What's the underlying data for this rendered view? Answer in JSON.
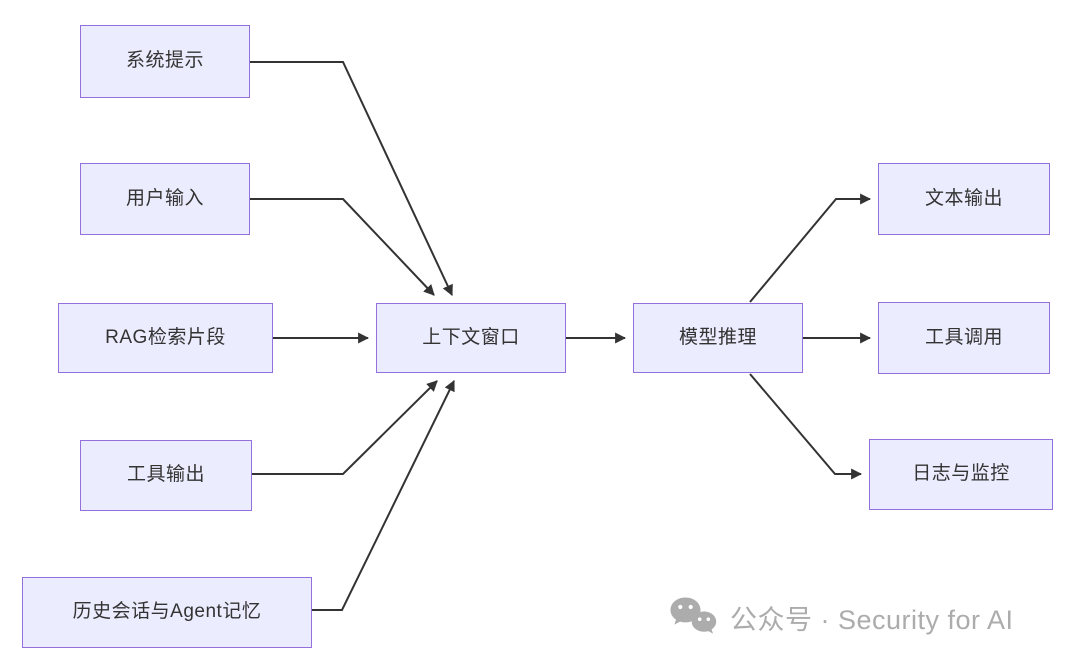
{
  "diagram": {
    "nodes": {
      "system_prompt": {
        "label": "系统提示"
      },
      "user_input": {
        "label": "用户输入"
      },
      "rag_snippets": {
        "label": "RAG检索片段"
      },
      "tool_output": {
        "label": "工具输出"
      },
      "history_memory": {
        "label": "历史会话与Agent记忆"
      },
      "context_window": {
        "label": "上下文窗口"
      },
      "model_inference": {
        "label": "模型推理"
      },
      "text_output": {
        "label": "文本输出"
      },
      "tool_call": {
        "label": "工具调用"
      },
      "logging_monitoring": {
        "label": "日志与监控"
      }
    },
    "edges": [
      {
        "from": "system_prompt",
        "to": "context_window"
      },
      {
        "from": "user_input",
        "to": "context_window"
      },
      {
        "from": "rag_snippets",
        "to": "context_window"
      },
      {
        "from": "tool_output",
        "to": "context_window"
      },
      {
        "from": "history_memory",
        "to": "context_window"
      },
      {
        "from": "context_window",
        "to": "model_inference"
      },
      {
        "from": "model_inference",
        "to": "text_output"
      },
      {
        "from": "model_inference",
        "to": "tool_call"
      },
      {
        "from": "model_inference",
        "to": "logging_monitoring"
      }
    ],
    "colors": {
      "node_fill": "#ECECFF",
      "node_border": "#9370DB",
      "edge": "#333333",
      "node_text": "#333333"
    }
  },
  "watermark": {
    "icon": "wechat-icon",
    "text": "公众号 · Security for AI",
    "color": "#ACACAC"
  }
}
